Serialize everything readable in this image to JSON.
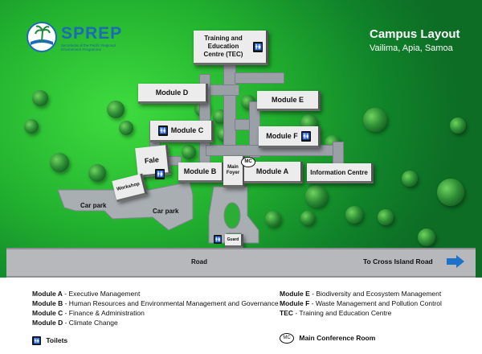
{
  "logo": {
    "name": "SPREP",
    "tagline": "Secretariat of the Pacific Regional Environment Programme"
  },
  "heading": {
    "title": "Campus Layout",
    "subtitle": "Vailima, Apia, Samoa"
  },
  "map": {
    "buildings": {
      "tec": "Training and Education Centre (TEC)",
      "module_d": "Module D",
      "module_e": "Module E",
      "module_c": "Module C",
      "module_f": "Module F",
      "fale": "Fale",
      "module_b": "Module B",
      "main_foyer": "Main Foyer",
      "module_a": "Module A",
      "information_centre": "Information Centre",
      "workshop": "Workshop",
      "guard": "Guard"
    },
    "car_park_1": "Car park",
    "car_park_2": "Car park",
    "road": "Road",
    "road_direction": "To Cross Island Road",
    "conference_marker": "MC"
  },
  "legend": {
    "left": [
      {
        "key": "Module A",
        "desc": " - Executive Management"
      },
      {
        "key": "Module B",
        "desc": " - Human Resources and Environmental Management and Governance"
      },
      {
        "key": "Module C",
        "desc": " - Finance & Administration"
      },
      {
        "key": "Module D",
        "desc": " - Climate Change"
      }
    ],
    "right": [
      {
        "key": "Module E",
        "desc": " - Biodiversity and Ecosystem Management"
      },
      {
        "key": "Module F",
        "desc": " - Waste Management and Pollution Control"
      },
      {
        "key": "TEC",
        "desc": " - Training and Education Centre"
      }
    ],
    "toilets": "Toilets",
    "conference_room": "Main Conference Room",
    "conference_marker": "MC"
  },
  "colors": {
    "grass_light": "#3fdc3f",
    "grass_dark": "#0d6d25",
    "path": "#9aa0a6",
    "road_arrow": "#1e73c8",
    "logo_blue": "#1b6bb5"
  }
}
